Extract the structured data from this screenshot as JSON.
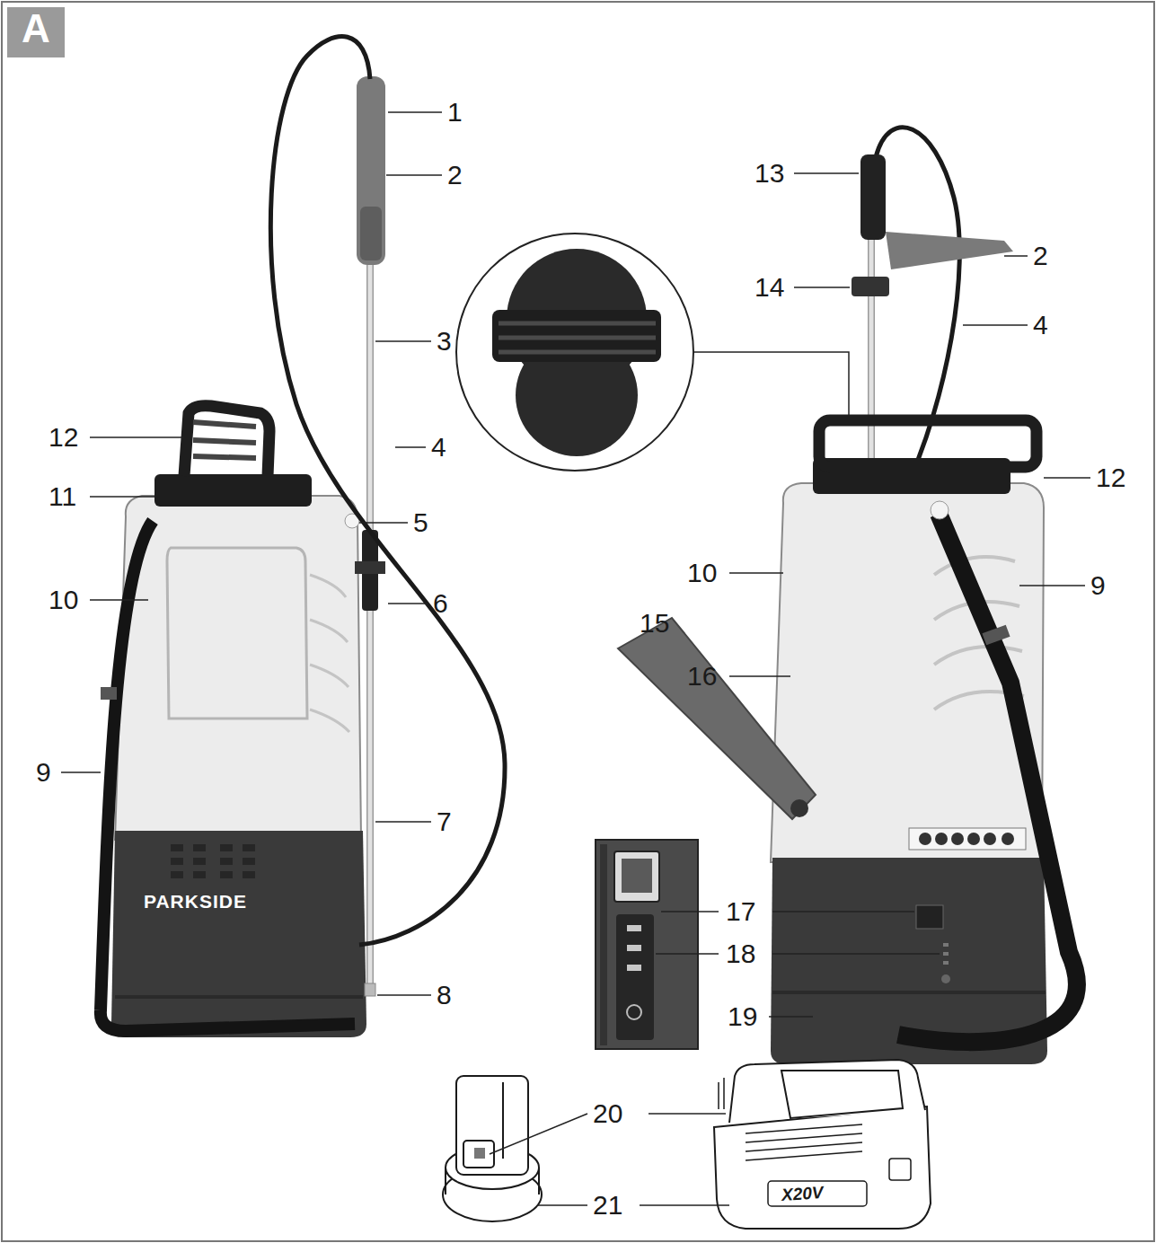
{
  "diagram": {
    "labels": [
      "A",
      "1",
      "2",
      "3",
      "4",
      "5",
      "6",
      "7",
      "8",
      "9",
      "10",
      "11",
      "12",
      "PARKSIDE",
      "13",
      "2",
      "14",
      "4",
      "12",
      "10",
      "9",
      "15",
      "16",
      "17",
      "18",
      "19",
      "20",
      "21",
      "X20V"
    ]
  }
}
